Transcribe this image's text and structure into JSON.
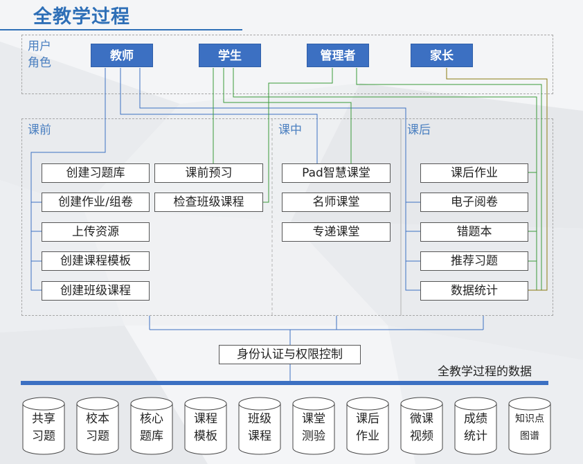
{
  "title": "全教学过程",
  "zones": {
    "roles_label_1": "用户",
    "roles_label_2": "角色",
    "before": "课前",
    "during": "课中",
    "after": "课后"
  },
  "roles": {
    "teacher": "教师",
    "student": "学生",
    "admin": "管理者",
    "parent": "家长"
  },
  "before_class": {
    "create_bank": "创建习题库",
    "create_homework": "创建作业/组卷",
    "upload": "上传资源",
    "create_template": "创建课程模板",
    "create_class_course": "创建班级课程",
    "preview": "课前预习",
    "check_class_course": "检查班级课程"
  },
  "in_class": {
    "pad": "Pad智慧课堂",
    "famous": "名师课堂",
    "special": "专递课堂"
  },
  "after_class": {
    "homework": "课后作业",
    "grading": "电子阅卷",
    "mistakes": "错题本",
    "recommend": "推荐习题",
    "stats": "数据统计"
  },
  "auth": "身份认证与权限控制",
  "data_caption": "全教学过程的数据",
  "databases": {
    "db1": {
      "l1": "共享",
      "l2": "习题"
    },
    "db2": {
      "l1": "校本",
      "l2": "习题"
    },
    "db3": {
      "l1": "核心",
      "l2": "题库"
    },
    "db4": {
      "l1": "课程",
      "l2": "模板"
    },
    "db5": {
      "l1": "班级",
      "l2": "课程"
    },
    "db6": {
      "l1": "课堂",
      "l2": "测验"
    },
    "db7": {
      "l1": "课后",
      "l2": "作业"
    },
    "db8": {
      "l1": "微课",
      "l2": "视频"
    },
    "db9": {
      "l1": "成绩",
      "l2": "统计"
    },
    "db10": {
      "l1": "知识点",
      "l2": "图谱"
    }
  },
  "colors": {
    "accent": "#3c70c2",
    "title": "#2e6fb7",
    "blue_line": "#3c70c2",
    "green_line": "#3a9a3a",
    "olive_line": "#8a7a10"
  }
}
